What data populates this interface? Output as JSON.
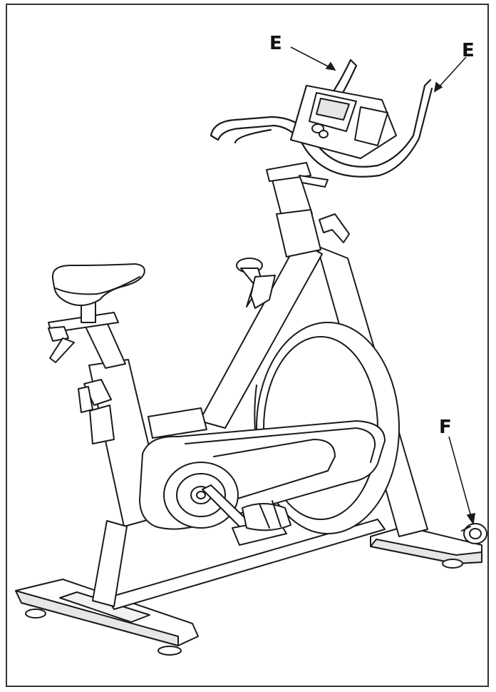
{
  "labels": {
    "e_left": "E",
    "e_right": "E",
    "f": "F"
  },
  "colors": {
    "line": "#1a1a1a",
    "frame": "#333333",
    "fill": "#ffffff",
    "shade": "#d8d8d8"
  }
}
